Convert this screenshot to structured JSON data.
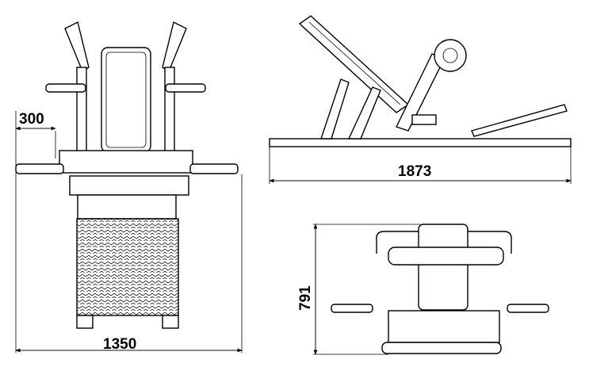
{
  "title": "Machine technical drawing with dimensions",
  "views": {
    "front": {
      "dim_width": "1350",
      "dim_offset": "300"
    },
    "side": {
      "dim_length": "1873"
    },
    "top": {
      "dim_depth": "791"
    }
  },
  "colors": {
    "line": "#000000",
    "background": "#ffffff"
  }
}
